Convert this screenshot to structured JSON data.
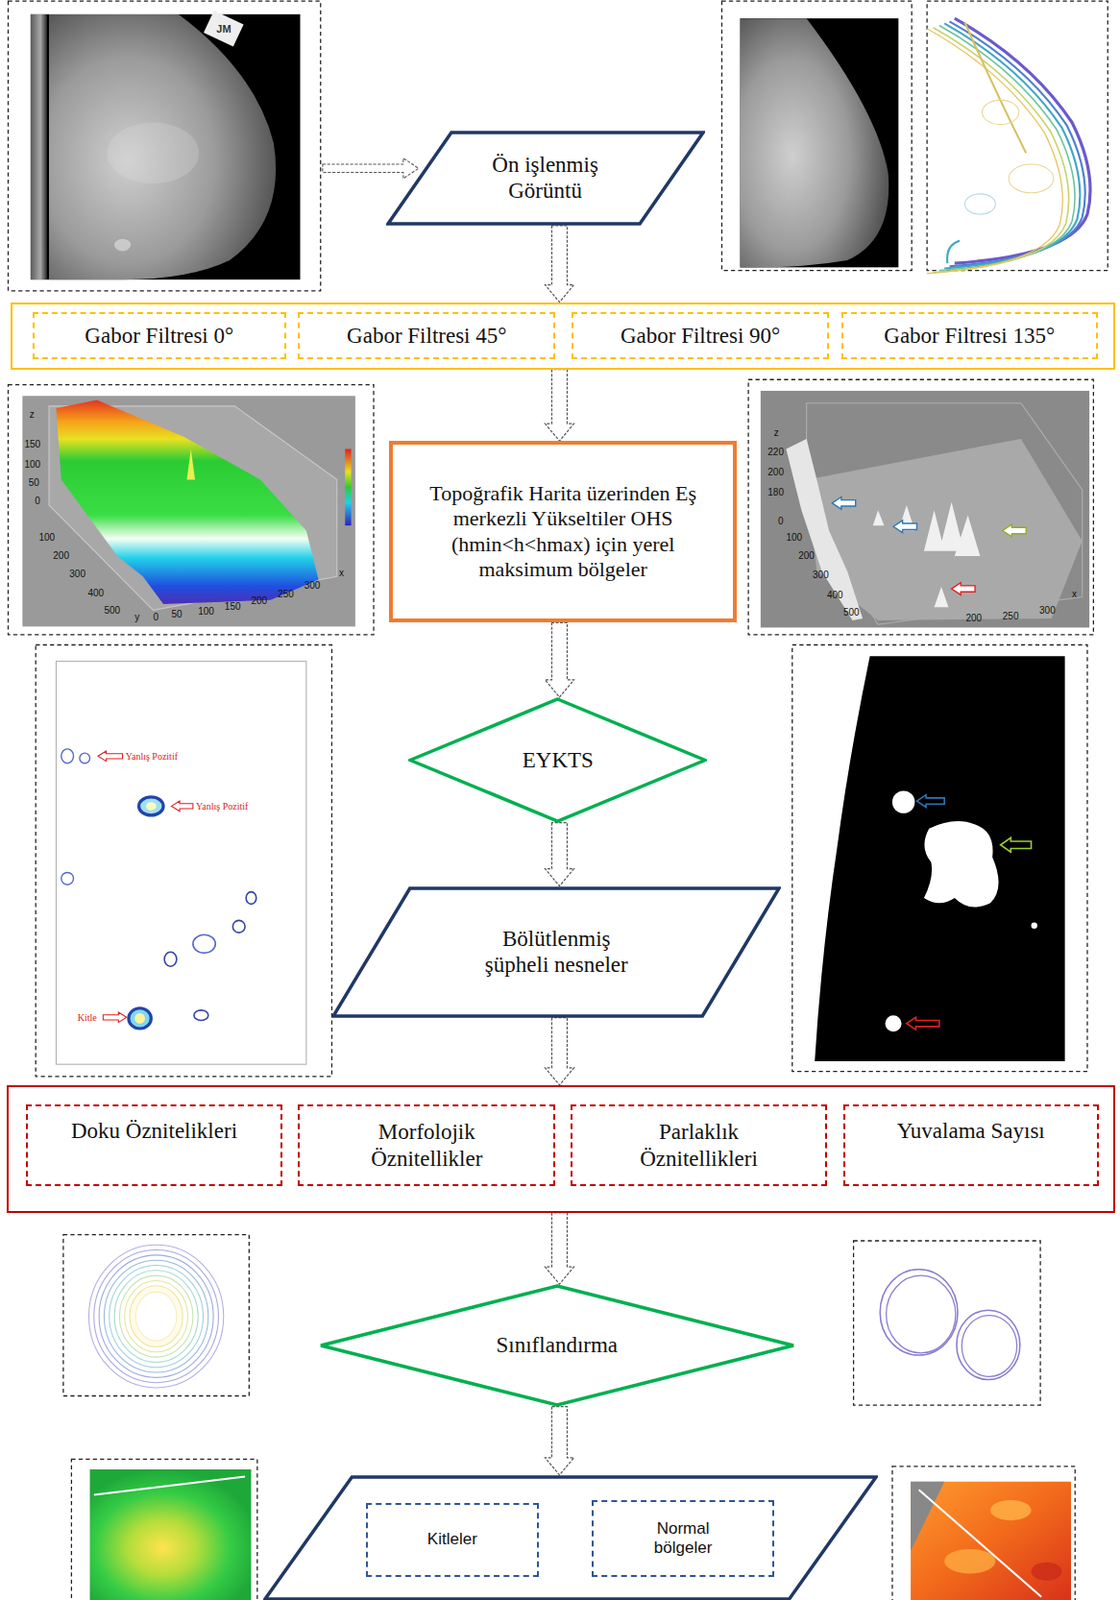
{
  "diagram": {
    "nodes": [
      {
        "text": [
          "Ön işlenmiş Görüntü"
        ]
      },
      {
        "text": []
      },
      {
        "text": [
          "Gabor Filtresi 0°"
        ],
        "in": 1
      },
      {
        "text": [
          "Gabor Filtresi 45°"
        ],
        "in": 1
      },
      {
        "text": [
          "Gabor Filtresi 90°"
        ],
        "in": 1
      },
      {
        "text": [
          "Gabor Filtresi 135°"
        ],
        "in": 1
      },
      {
        "text": [
          "Topoğrafik Harita üzerinden Eş merkezli Yükseltiler OHS (hmin<h<hmax) için yerel maksimum bölgeler"
        ]
      },
      {
        "text": [
          "EYKTS"
        ]
      },
      {
        "text": [
          "Bölütlenmiş şüpheli nesneler"
        ]
      },
      {
        "text": []
      },
      {
        "text": [
          "Doku Öznitelikleri"
        ],
        "in": 9
      },
      {
        "text": [
          "Morfolojik Öznitellikler"
        ],
        "in": 9
      },
      {
        "text": [
          "Parlaklık Öznitellikleri"
        ],
        "in": 9
      },
      {
        "text": [
          "Yuvalama Sayısı"
        ],
        "in": 9
      },
      {
        "text": [
          "Sınıflandırma"
        ]
      },
      {
        "text": []
      },
      {
        "text": [
          "Kitleler"
        ],
        "in": 15
      },
      {
        "text": [
          "Normal bölgeler"
        ],
        "in": 15
      }
    ],
    "edges": [
      {
        "from": 0,
        "to": 1,
        "arrow": "to"
      },
      {
        "from": 1,
        "to": 6,
        "arrow": "to"
      },
      {
        "from": 6,
        "to": 7,
        "arrow": "to"
      },
      {
        "from": 7,
        "to": 8,
        "arrow": "to"
      },
      {
        "from": 8,
        "to": 9,
        "arrow": "to"
      },
      {
        "from": 9,
        "to": 14,
        "arrow": "to"
      },
      {
        "from": 14,
        "to": 15,
        "arrow": "to"
      }
    ],
    "labels": [
      "JM",
      "Yanlış Pozitif",
      "Yanlış Pozitif",
      "Kitle",
      "z",
      "150",
      "100",
      "50",
      "0",
      "100",
      "200",
      "300",
      "400",
      "500",
      "y",
      "0",
      "50",
      "100",
      "150",
      "200",
      "250",
      "300",
      "x",
      "z",
      "220",
      "200",
      "180",
      "0",
      "100",
      "200",
      "300",
      "400",
      "500",
      "200",
      "250",
      "300",
      "x"
    ]
  }
}
